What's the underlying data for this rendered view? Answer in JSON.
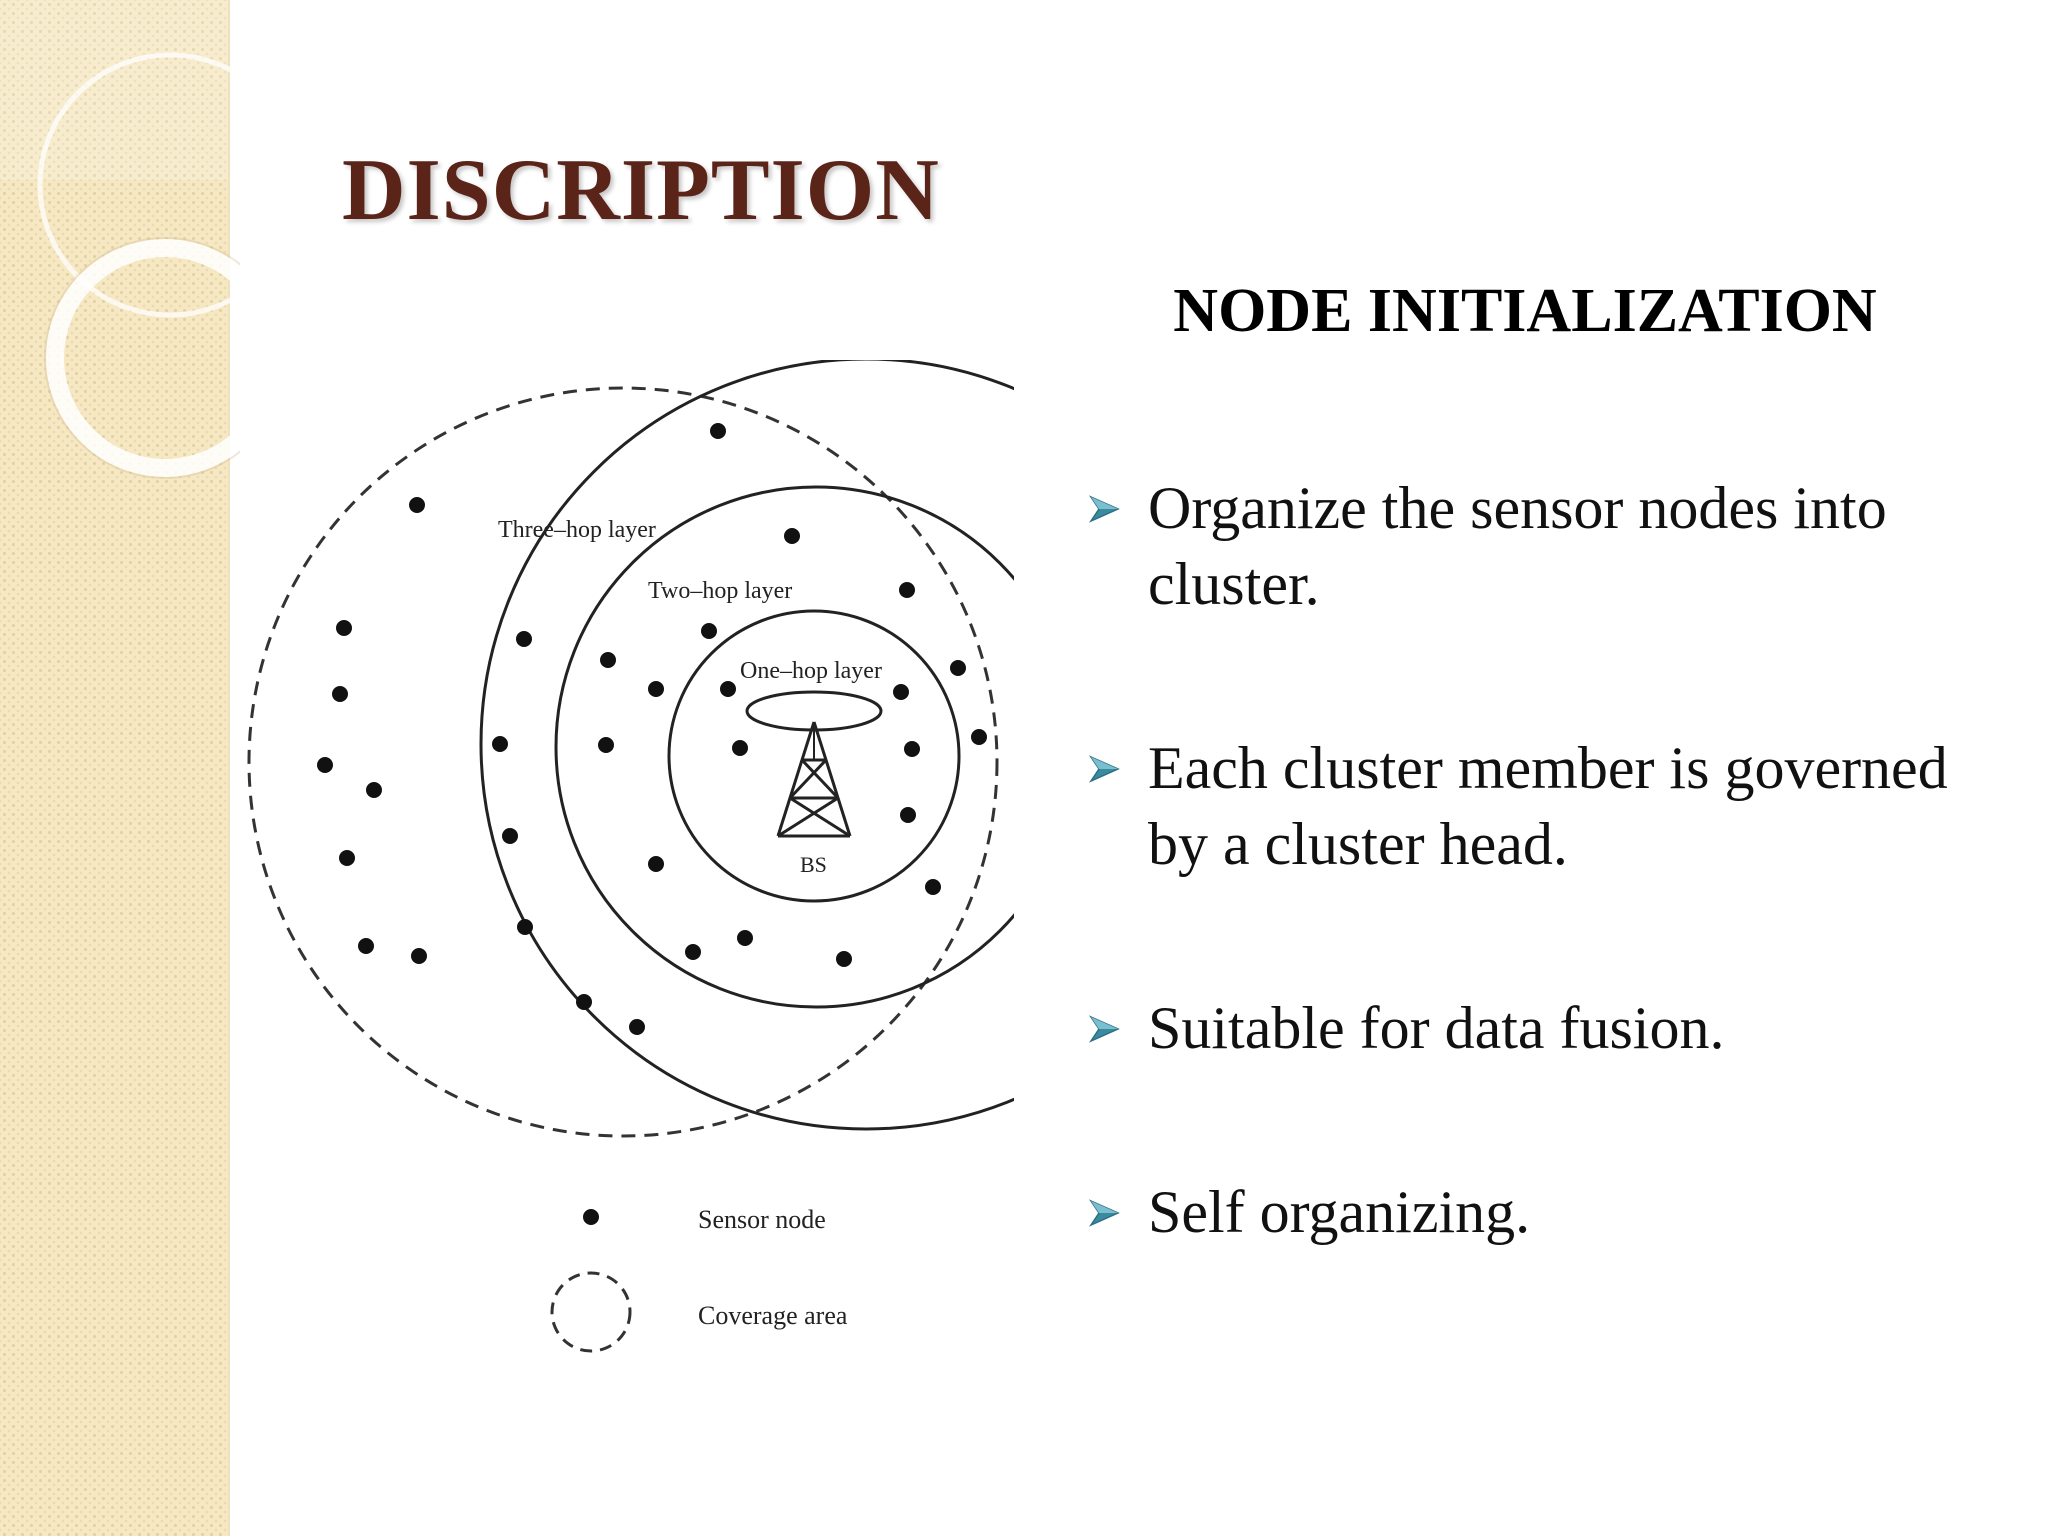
{
  "slide": {
    "title": "DISCRIPTION",
    "subheading": "NODE INITIALIZATION",
    "bullets": [
      "Organize the sensor nodes into cluster.",
      "Each cluster member is governed by a cluster head.",
      "Suitable for data fusion.",
      "Self organizing."
    ]
  },
  "diagram": {
    "layers": {
      "three_hop": "Three–hop layer",
      "two_hop": "Two–hop layer",
      "one_hop": "One–hop layer"
    },
    "base_station": "BS",
    "legend": {
      "sensor_node": "Sensor node",
      "coverage_area": "Coverage area"
    }
  },
  "colors": {
    "title": "#5b2418",
    "bullet_arrow": "#3a8aa0",
    "side_panel": "#f6e8c3"
  },
  "icons": {
    "bullet": "chevron-right-icon",
    "tower": "antenna-tower-icon"
  }
}
